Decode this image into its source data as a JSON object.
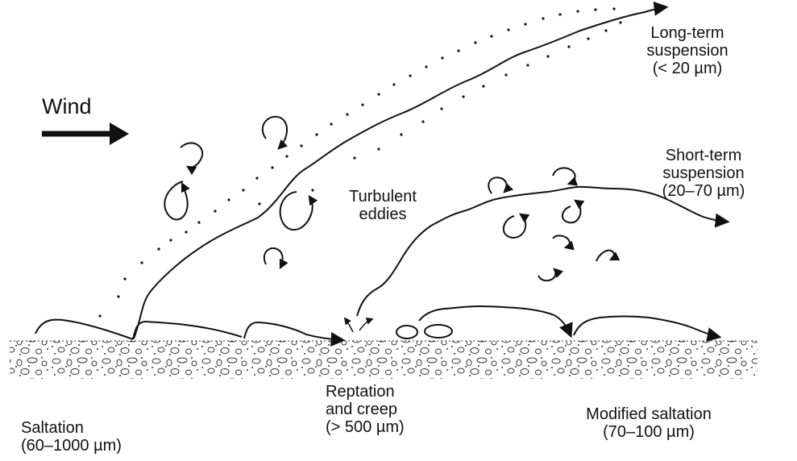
{
  "wind_label": "Wind",
  "long_term": {
    "line1": "Long-term",
    "line2": "suspension",
    "line3": "(< 20 µm)"
  },
  "short_term": {
    "line1": "Short-term",
    "line2": "suspension",
    "line3": "(20–70 µm)"
  },
  "turbulent": {
    "line1": "Turbulent",
    "line2": "eddies"
  },
  "reptation": {
    "line1": "Reptation",
    "line2": "and creep",
    "line3": "(> 500 µm)"
  },
  "saltation": {
    "line1": "Saltation",
    "line2": "(60–1000 µm)"
  },
  "modified": {
    "line1": "Modified saltation",
    "line2": "(70–100 µm)"
  },
  "colors": {
    "ink": "#111111",
    "background": "#ffffff"
  }
}
